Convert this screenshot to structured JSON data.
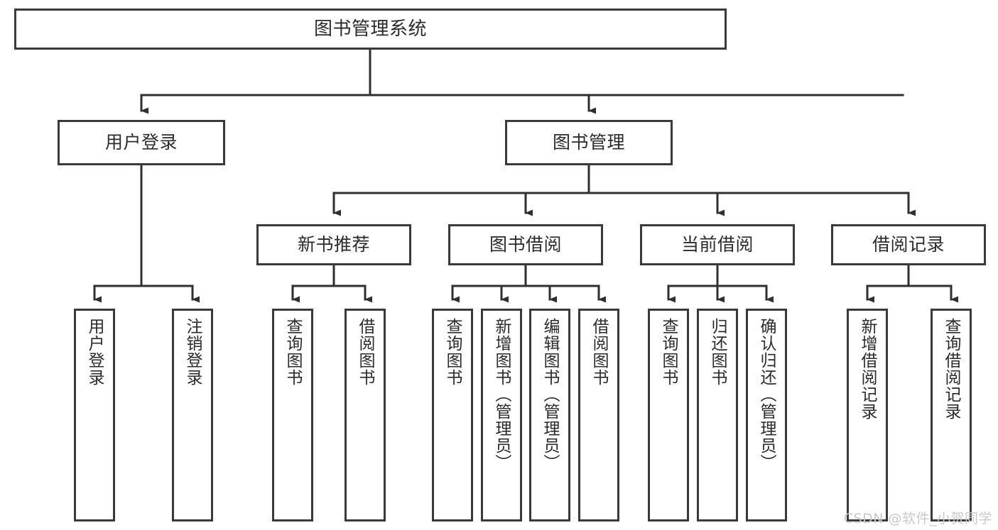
{
  "diagram": {
    "title": "图书管理系统",
    "type": "tree-hierarchy-chart",
    "root": {
      "label": "图书管理系统"
    },
    "level2": [
      {
        "label": "用户登录"
      },
      {
        "label": "图书管理"
      }
    ],
    "level3": [
      {
        "label": "新书推荐"
      },
      {
        "label": "图书借阅"
      },
      {
        "label": "当前借阅"
      },
      {
        "label": "借阅记录"
      }
    ],
    "leaves": {
      "user_login": [
        {
          "label": "用户登录"
        },
        {
          "label": "注销登录"
        }
      ],
      "new_book_recommend": [
        {
          "label": "查询图书"
        },
        {
          "label": "借阅图书"
        }
      ],
      "book_borrow": [
        {
          "label": "查询图书"
        },
        {
          "label": "新增图书（管理员）"
        },
        {
          "label": "编辑图书（管理员）"
        },
        {
          "label": "借阅图书"
        }
      ],
      "current_borrow": [
        {
          "label": "查询图书"
        },
        {
          "label": "归还图书"
        },
        {
          "label": "确认归还（管理员）"
        }
      ],
      "borrow_records": [
        {
          "label": "新增借阅记录"
        },
        {
          "label": "查询借阅记录"
        }
      ]
    }
  },
  "watermark": {
    "text": "CSDN @软件_小贺同学"
  },
  "colors": {
    "stroke": "#3a3a3a",
    "text": "#2b2b2b",
    "background": "#ffffff",
    "watermark": "#c9c9c9"
  }
}
